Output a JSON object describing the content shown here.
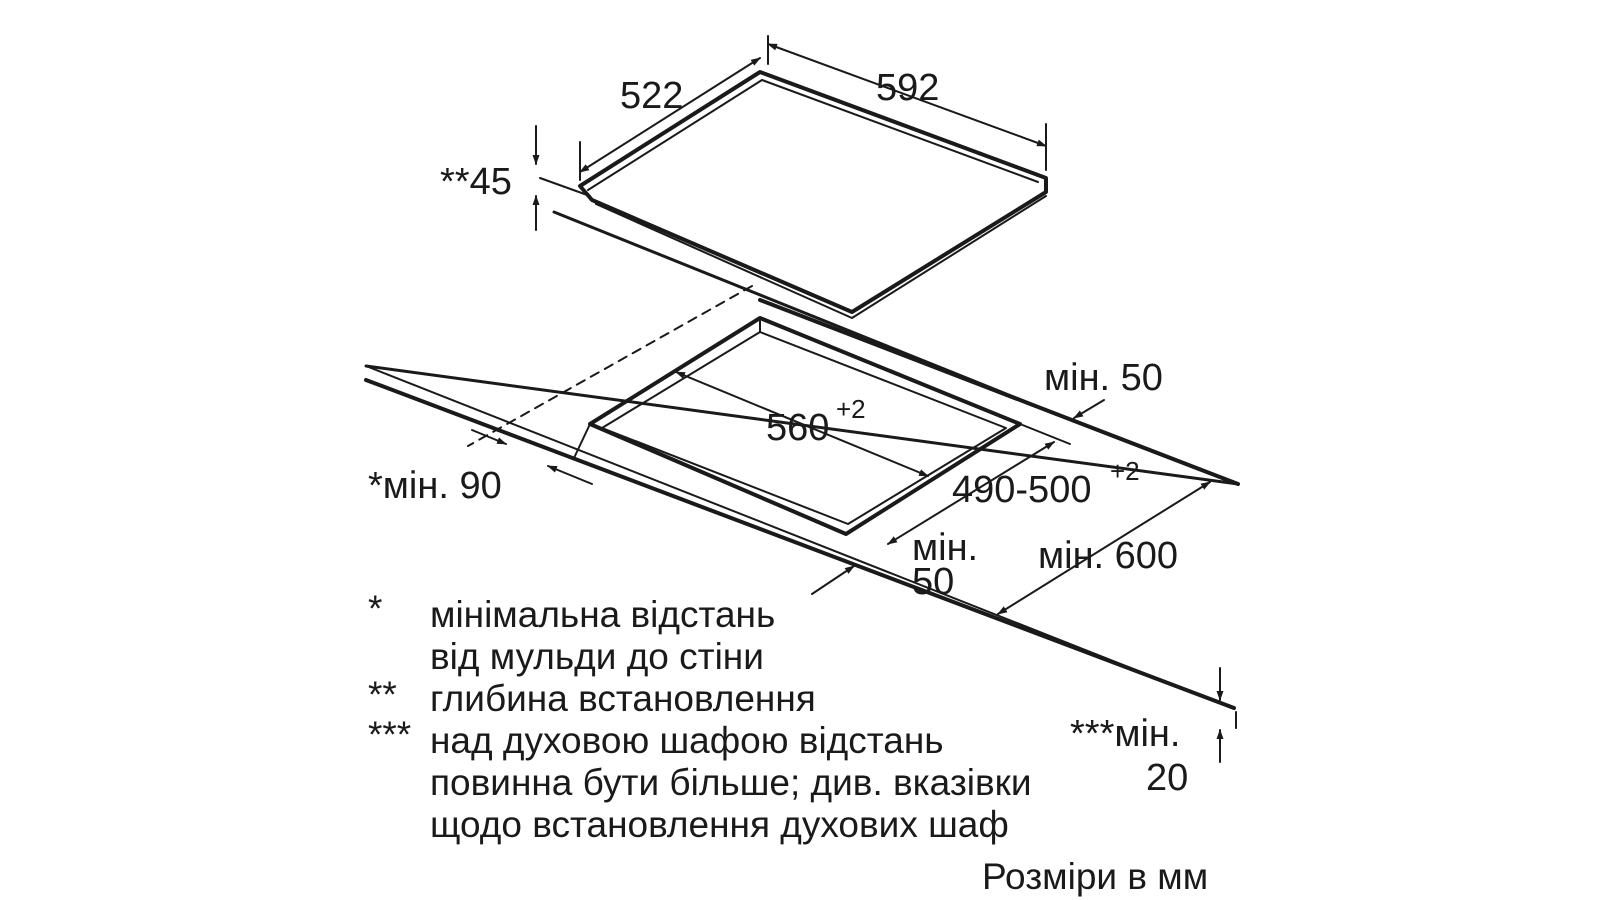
{
  "colors": {
    "line": "#1a1a1a",
    "background": "#ffffff"
  },
  "dimensions": {
    "depth": "522",
    "width": "592",
    "install_depth": "**45",
    "cutout_width": "560",
    "cutout_width_tol": "+2",
    "cutout_depth": "490-500",
    "cutout_depth_tol": "+2",
    "back_min": "мін. 50",
    "wall_min": "*мін. 90",
    "front_min_line1": "мін.",
    "front_min_line2": "50",
    "worktop_min": "мін. 600",
    "oven_min_line1": "***мін.",
    "oven_min_line2": "20"
  },
  "notes": [
    {
      "mark": "*",
      "text": "мінімальна відстань"
    },
    {
      "mark": "",
      "text": "від мульди до стіни"
    },
    {
      "mark": "**",
      "text": "глибина встановлення"
    },
    {
      "mark": "***",
      "text": "над духовою шафою відстань"
    },
    {
      "mark": "",
      "text": "повинна бути більше; див. вказівки"
    },
    {
      "mark": "",
      "text": "щодо встановлення духових шаф"
    }
  ],
  "units_note": "Розміри в мм"
}
